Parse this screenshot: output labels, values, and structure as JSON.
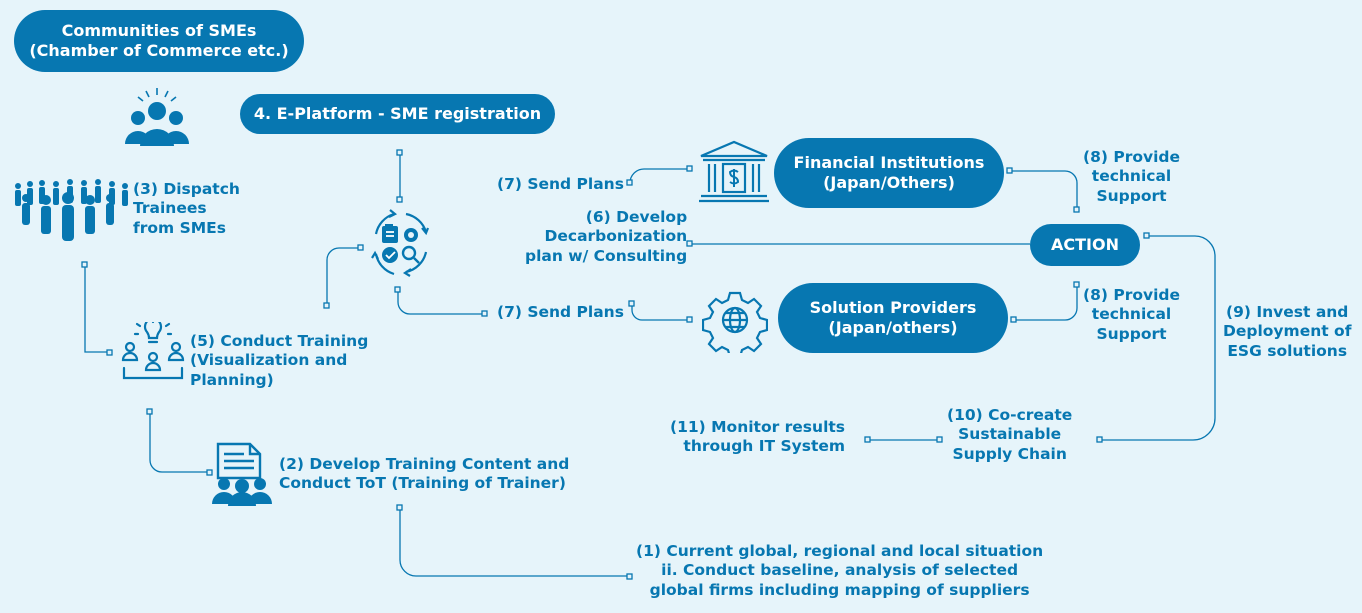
{
  "colors": {
    "accent": "#0777b1",
    "background": "#e6f4fa",
    "line": "#0777b1"
  },
  "nodes": {
    "communities": "Communities of SMEs\n(Chamber of Commerce etc.)",
    "eplatform": "4. E-Platform - SME registration",
    "financial": "Financial Institutions\n(Japan/Others)",
    "solution": "Solution Providers\n(Japan/others)",
    "action": "ACTION"
  },
  "labels": {
    "dispatch": "(3) Dispatch\nTrainees\nfrom SMEs",
    "conduct_training": "(5) Conduct Training\n(Visualization and\nPlanning)",
    "develop_content": "(2) Develop Training Content and\nConduct ToT (Training of Trainer)",
    "current_situation": "(1) Current global, regional and local situation\nii. Conduct baseline, analysis of selected\nglobal firms including mapping of suppliers",
    "send_plans_top": "(7) Send Plans",
    "send_plans_bottom": "(7) Send Plans",
    "develop_plan": "(6) Develop\nDecarbonization\nplan w/ Consulting",
    "provide_support_top": "(8) Provide\ntechnical\nSupport",
    "provide_support_bottom": "(8) Provide\ntechnical\nSupport",
    "invest": "(9) Invest and\nDeployment of\nESG solutions",
    "cocreate": "(10) Co-create\nSustainable\nSupply Chain",
    "monitor": "(11) Monitor results\nthrough IT System"
  },
  "icons": [
    "community-group-icon",
    "crowd-icon",
    "training-idea-icon",
    "document-team-icon",
    "process-cycle-icon",
    "bank-icon",
    "gear-globe-icon"
  ]
}
